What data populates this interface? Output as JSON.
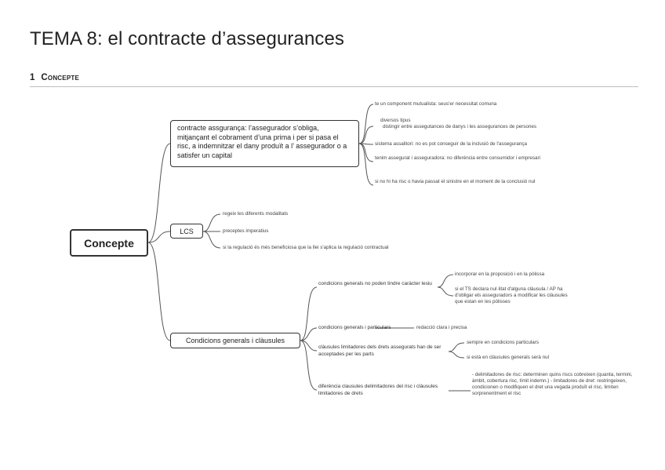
{
  "document": {
    "title": "TEMA 8: el contracte d’assegurances",
    "section_number": "1",
    "section_title": "Concepte"
  },
  "mindmap": {
    "root": "Concepte",
    "branch1": {
      "label": "contracte assgurança: l’assegurador s’obliga, mitjançant el cobrament d’una prima i per si pasa el risc, a indemnitzar el dany produït a l’ assegurador o a satisfer un capital",
      "leaves": [
        "te un component mutualista: seus'er necessitat comuna",
        "diversos tipus",
        "distingir entre assegutances de danys i les assegurances de persones",
        "sistema assalitori: no es pot conseguir de la inclusió de l'assegurança",
        "tenim assegurat i asseguradora: no diferència entre consumidor i empresari",
        "si no hi ha risc o havia passat el sinistre en el moment de la conclusió nul"
      ]
    },
    "branch2": {
      "label": "LCS",
      "leaves": [
        "regeix les diferents modalitats",
        "preceptes imperatius",
        "si la regulació és més beneficiosa que la llei s'aplica la regulació contractual"
      ]
    },
    "branch3": {
      "label": "Condicions generals i clàusules",
      "subs": [
        "condicions generals no poden tindre caràcter lesiu",
        "condicions generals i particulars",
        "clàusules limitadores dels drets assegurats han de ser acceptades per les parts",
        "diferència clausules delimitadores del risc i clàusules limitadores de drets"
      ],
      "sub1_leaves": [
        "incorporar en la proposició i en la pòlissa",
        "si el TS declara nul·litat d'alguna clàusula / AP ha d'obligar els asseguradors a modificar les clàusules que estan en les pòlisses"
      ],
      "sub2_leaf": "redacció clara i precisa",
      "sub3_leaves": [
        "sempre en condicions particulars",
        "si està en clàusules generals serà nul"
      ],
      "sub4_leaf": "- delimitadores de risc: determinen quins riscs cobreixen (quanta, termini, àmbit, cobertura risc, límit indemn.) - limitadores de dret: restringeixen, condicionen o modifiquen el dret una vegada produït el risc, limiten sorprenentment el risc"
    }
  }
}
